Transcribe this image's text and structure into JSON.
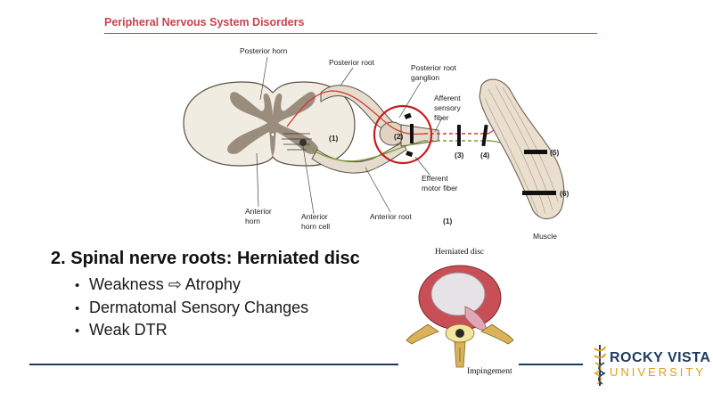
{
  "figure": {
    "title": "Peripheral Nervous System Disorders",
    "labels": {
      "posterior_horn": "Posterior horn",
      "posterior_root": "Posterior root",
      "posterior_root_ganglion_1": "Posterior root",
      "posterior_root_ganglion_2": "ganglion",
      "afferent_1": "Afferent",
      "afferent_2": "sensory",
      "afferent_3": "fiber",
      "efferent_1": "Efferent",
      "efferent_2": "motor fiber",
      "anterior_horn_1": "Anterior",
      "anterior_horn_2": "horn",
      "anterior_horn_cell_1": "Anterior",
      "anterior_horn_cell_2": "horn cell",
      "anterior_root": "Anterior root",
      "muscle": "Muscle"
    },
    "sites": [
      "(1)",
      "(2)",
      "(3)",
      "(4)",
      "(5)",
      "(6)",
      "(1)"
    ]
  },
  "slide": {
    "heading": "2. Spinal nerve roots: Herniated disc",
    "bullets": [
      "Weakness ⇨ Atrophy",
      "Dermatomal Sensory Changes",
      "Weak DTR"
    ]
  },
  "disc_figure": {
    "title": "Herniated disc",
    "caption": "Impingement"
  },
  "logo": {
    "line1": "ROCKY VISTA",
    "line2": "UNIVERSITY"
  },
  "colors": {
    "title_red": "#c8434f",
    "sensory_red": "#d13b2c",
    "motor_green": "#7a9a3a",
    "rule_navy": "#1f3a5f",
    "logo_gold": "#d8a21c"
  }
}
